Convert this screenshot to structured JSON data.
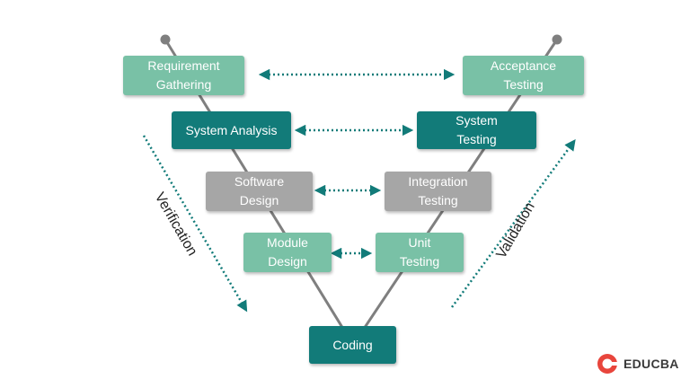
{
  "diagram": {
    "boxes": {
      "requirement_gathering": "Requirement\nGathering",
      "acceptance_testing": "Acceptance\nTesting",
      "system_analysis": "System Analysis",
      "system_testing": "System\nTesting",
      "software_design": "Software\nDesign",
      "integration_testing": "Integration\nTesting",
      "module_design": "Module\nDesign",
      "unit_testing": "Unit\nTesting",
      "coding": "Coding"
    },
    "left_label": "Verification",
    "right_label": "Validation",
    "colors": {
      "light": "#79c1a6",
      "dark": "#127b79",
      "gray": "#a6a6a6",
      "arrow": "#127b79",
      "line": "#7f7f7f"
    }
  },
  "logo": {
    "text": "EDUCBA",
    "color": "#e8453c"
  }
}
